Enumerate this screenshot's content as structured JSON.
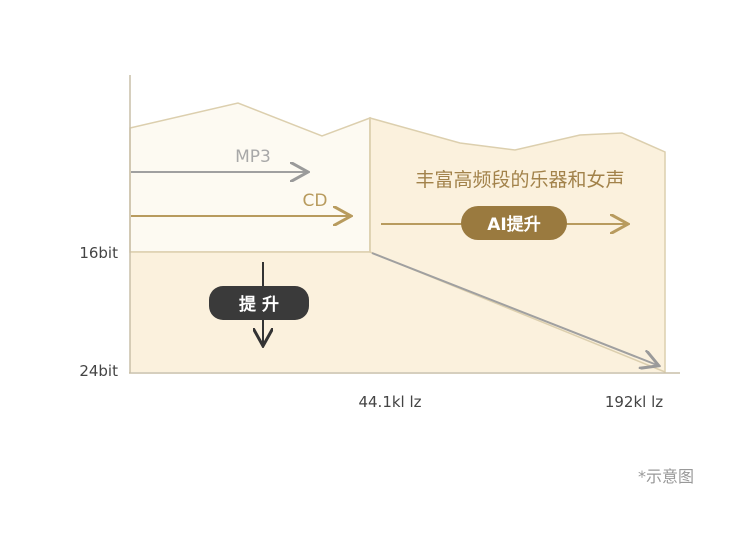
{
  "y_axis": {
    "top_label": "16bit",
    "bottom_label": "24bit"
  },
  "x_axis": {
    "mid_label": "44.1kl lz",
    "end_label": "192kl lz"
  },
  "arrows": {
    "mp3_label": "MP3",
    "cd_label": "CD"
  },
  "callout": {
    "text": "丰富高频段的乐器和女声"
  },
  "badges": {
    "ai_upgrade": "AI提升",
    "upgrade": "提 升"
  },
  "footnote": "*示意图",
  "colors": {
    "gold": "#b89b5e",
    "region_light": "#fdfaf2",
    "region_fill": "#fbf1dd",
    "region_stroke": "#dccfae",
    "gray_arrow": "#a0a0a0",
    "dark_badge": "#3a3a3a",
    "ai_badge": "#9a7a3f",
    "axis": "#c9bfa8"
  }
}
